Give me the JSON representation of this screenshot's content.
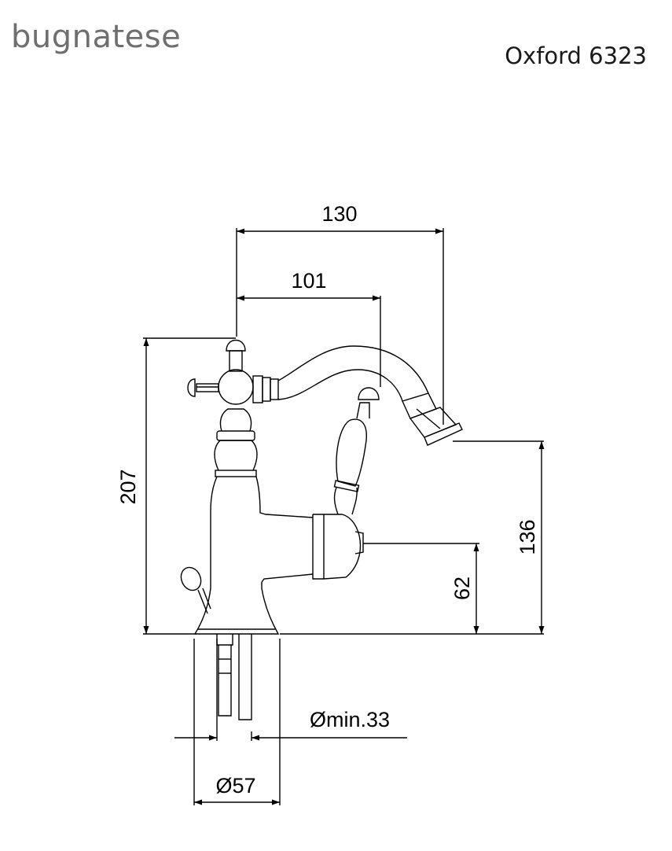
{
  "brand": "bugnatese",
  "model": "Oxford 6323",
  "dimensions": {
    "width_outer": "130",
    "width_inner": "101",
    "height_total": "207",
    "height_spout": "136",
    "height_handle": "62",
    "diameter_hole": "Ømin.33",
    "diameter_base": "Ø57"
  },
  "colors": {
    "logo": "#6f6f6f",
    "line": "#000000"
  }
}
